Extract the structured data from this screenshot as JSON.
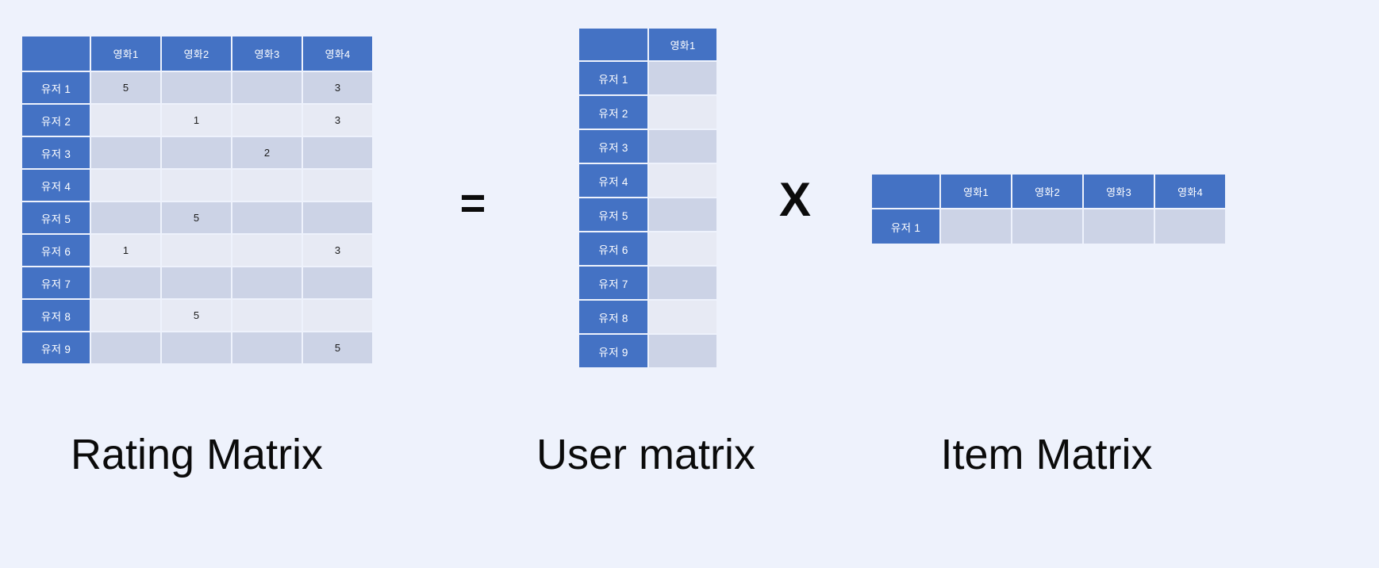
{
  "canvas": {
    "background_color": "#eef2fc",
    "accent_color": "#4472c4",
    "cell_color_odd": "#ccd3e6",
    "cell_color_even": "#e7eaf4"
  },
  "rating_matrix": {
    "caption": "Rating Matrix",
    "corner_label": "",
    "columns": [
      "영화1",
      "영화2",
      "영화3",
      "영화4"
    ],
    "rows": [
      {
        "label": "유저 1",
        "values": [
          "5",
          "",
          "",
          "3"
        ]
      },
      {
        "label": "유저 2",
        "values": [
          "",
          "1",
          "",
          "3"
        ]
      },
      {
        "label": "유저 3",
        "values": [
          "",
          "",
          "2",
          ""
        ]
      },
      {
        "label": "유저 4",
        "values": [
          "",
          "",
          "",
          ""
        ]
      },
      {
        "label": "유저 5",
        "values": [
          "",
          "5",
          "",
          ""
        ]
      },
      {
        "label": "유저 6",
        "values": [
          "1",
          "",
          "",
          "3"
        ]
      },
      {
        "label": "유저 7",
        "values": [
          "",
          "",
          "",
          ""
        ]
      },
      {
        "label": "유저 8",
        "values": [
          "",
          "5",
          "",
          ""
        ]
      },
      {
        "label": "유저 9",
        "values": [
          "",
          "",
          "",
          "5"
        ]
      }
    ]
  },
  "user_matrix": {
    "caption": "User matrix",
    "corner_label": "",
    "columns": [
      "영화1"
    ],
    "rows": [
      {
        "label": "유저 1",
        "values": [
          ""
        ]
      },
      {
        "label": "유저 2",
        "values": [
          ""
        ]
      },
      {
        "label": "유저 3",
        "values": [
          ""
        ]
      },
      {
        "label": "유저 4",
        "values": [
          ""
        ]
      },
      {
        "label": "유저 5",
        "values": [
          ""
        ]
      },
      {
        "label": "유저 6",
        "values": [
          ""
        ]
      },
      {
        "label": "유저 7",
        "values": [
          ""
        ]
      },
      {
        "label": "유저 8",
        "values": [
          ""
        ]
      },
      {
        "label": "유저 9",
        "values": [
          ""
        ]
      }
    ]
  },
  "item_matrix": {
    "caption": "Item Matrix",
    "corner_label": "",
    "columns": [
      "영화1",
      "영화2",
      "영화3",
      "영화4"
    ],
    "rows": [
      {
        "label": "유저 1",
        "values": [
          "",
          "",
          "",
          ""
        ]
      }
    ]
  },
  "operators": {
    "equals": "=",
    "times": "X"
  }
}
